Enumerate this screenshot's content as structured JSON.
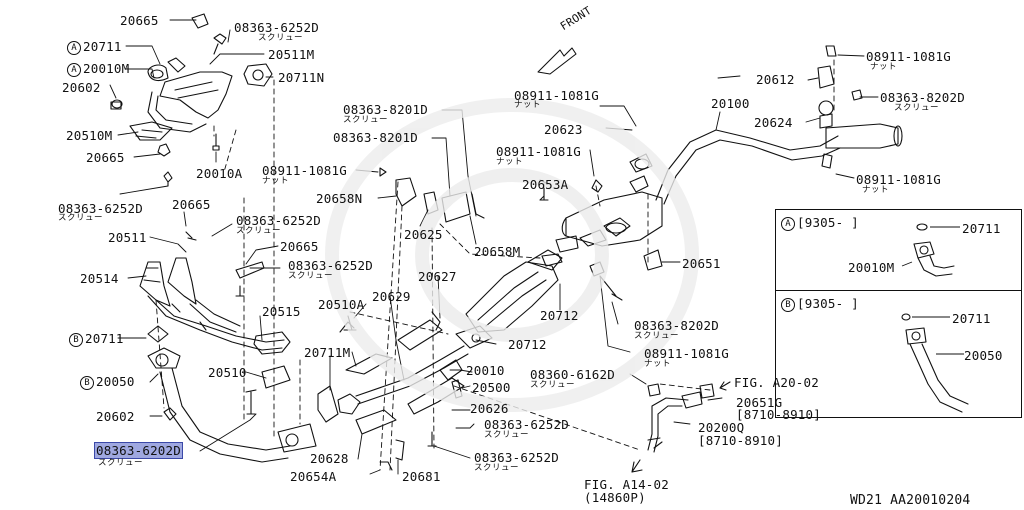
{
  "diagram_code": "WD21  AA20010204",
  "front_label": "FRONT",
  "highlighted": "08363-6202D",
  "labels": [
    {
      "id": "l1",
      "text": "20665"
    },
    {
      "id": "l2",
      "text": "08363-6252D",
      "sub": "スクリュー"
    },
    {
      "id": "l3",
      "text": "20711",
      "mark": "A"
    },
    {
      "id": "l4",
      "text": "20511M"
    },
    {
      "id": "l5",
      "text": "20010M",
      "mark": "A"
    },
    {
      "id": "l6",
      "text": "20711N"
    },
    {
      "id": "l7",
      "text": "20602"
    },
    {
      "id": "l8",
      "text": "20510M"
    },
    {
      "id": "l9",
      "text": "20665"
    },
    {
      "id": "l10",
      "text": "20010A"
    },
    {
      "id": "l11",
      "text": "08363-6252D",
      "sub": "スクリュー"
    },
    {
      "id": "l12",
      "text": "20665"
    },
    {
      "id": "l13",
      "text": "08363-6252D",
      "sub": "スクリュー"
    },
    {
      "id": "l14",
      "text": "20511"
    },
    {
      "id": "l15",
      "text": "20665"
    },
    {
      "id": "l16",
      "text": "08363-6252D",
      "sub": "スクリュー"
    },
    {
      "id": "l17",
      "text": "20514"
    },
    {
      "id": "l18",
      "text": "20515"
    },
    {
      "id": "l19",
      "text": "20711",
      "mark": "B"
    },
    {
      "id": "l20",
      "text": "20050",
      "mark": "B"
    },
    {
      "id": "l21",
      "text": "20510"
    },
    {
      "id": "l22",
      "text": "20602"
    },
    {
      "id": "l23",
      "text": "08363-6202D",
      "sub": "スクリュー"
    },
    {
      "id": "l24",
      "text": "08363-8201D",
      "sub": "スクリュー"
    },
    {
      "id": "l25",
      "text": "08363-8201D"
    },
    {
      "id": "l26",
      "text": "08911-1081G",
      "sub": "ナット"
    },
    {
      "id": "l27",
      "text": "20658N"
    },
    {
      "id": "l28",
      "text": "20625"
    },
    {
      "id": "l29",
      "text": "20658M"
    },
    {
      "id": "l30",
      "text": "20627"
    },
    {
      "id": "l31",
      "text": "20629"
    },
    {
      "id": "l32",
      "text": "20510A"
    },
    {
      "id": "l33",
      "text": "20711M"
    },
    {
      "id": "l34",
      "text": "20628"
    },
    {
      "id": "l35",
      "text": "20654A"
    },
    {
      "id": "l36",
      "text": "20681"
    },
    {
      "id": "l37",
      "text": "08911-1081G",
      "sub": "ナット"
    },
    {
      "id": "l38",
      "text": "20623"
    },
    {
      "id": "l39",
      "text": "08911-1081G",
      "sub": "ナット"
    },
    {
      "id": "l40",
      "text": "20653A"
    },
    {
      "id": "l41",
      "text": "20651"
    },
    {
      "id": "l42",
      "text": "20712"
    },
    {
      "id": "l43",
      "text": "20712"
    },
    {
      "id": "l44",
      "text": "08363-8202D",
      "sub": "スクリュー"
    },
    {
      "id": "l45",
      "text": "08911-1081G",
      "sub": "ナット"
    },
    {
      "id": "l46",
      "text": "20010"
    },
    {
      "id": "l47",
      "text": "20500"
    },
    {
      "id": "l48",
      "text": "08360-6162D",
      "sub": "スクリュー"
    },
    {
      "id": "l49",
      "text": "20626"
    },
    {
      "id": "l50",
      "text": "08363-6252D",
      "sub": "スクリュー"
    },
    {
      "id": "l51",
      "text": "08363-6252D",
      "sub": "スクリュー"
    },
    {
      "id": "l52",
      "text": "FIG. A14-02",
      "sub2": "(14860P)"
    },
    {
      "id": "l53",
      "text": "FIG. A20-02"
    },
    {
      "id": "l54",
      "text": "20651G",
      "sub2": "[8710-8910]"
    },
    {
      "id": "l55",
      "text": "20200Q",
      "sub2": "[8710-8910]"
    },
    {
      "id": "l56",
      "text": "20100"
    },
    {
      "id": "l57",
      "text": "08911-1081G",
      "sub": "ナット"
    },
    {
      "id": "l58",
      "text": "20612"
    },
    {
      "id": "l59",
      "text": "08363-8202D",
      "sub": "スクリュー"
    },
    {
      "id": "l60",
      "text": "20624"
    },
    {
      "id": "l61",
      "text": "08911-1081G",
      "sub": "ナット"
    }
  ],
  "inset": {
    "a": {
      "mark": "A",
      "title": "[9305-   ]",
      "p1": "20711",
      "p2": "20010M"
    },
    "b": {
      "mark": "B",
      "title": "[9305-   ]",
      "p1": "20711",
      "p2": "20050"
    }
  }
}
